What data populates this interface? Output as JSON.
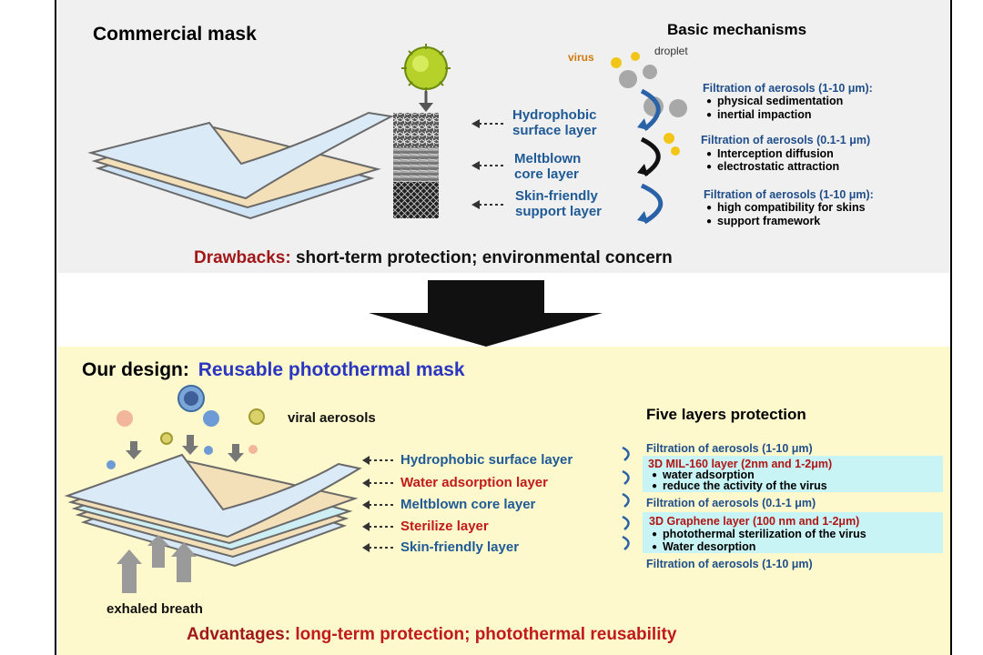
{
  "top": {
    "title": "Commercial mask",
    "mechanisms_title": "Basic mechanisms",
    "virus_label": "virus",
    "droplet_label": "droplet",
    "layers": [
      {
        "line1": "Hydrophobic",
        "line2": "surface layer"
      },
      {
        "line1": "Meltblown",
        "line2": "core layer"
      },
      {
        "line1": "Skin-friendly",
        "line2": "support layer"
      }
    ],
    "mechanisms": [
      {
        "heading": "Filtration of aerosols (1-10 μm):",
        "bullets": [
          "physical sedimentation",
          "inertial impaction"
        ]
      },
      {
        "heading": "Filtration of aerosols (0.1-1 μm)",
        "bullets": [
          "Interception diffusion",
          "electrostatic attraction"
        ]
      },
      {
        "heading": "Filtration of aerosols (1-10 μm):",
        "bullets": [
          "high compatibility for skins",
          "support  framework"
        ]
      }
    ],
    "drawbacks_label": "Drawbacks:",
    "drawbacks_text": "short-term protection; environmental concern"
  },
  "bottom": {
    "title_prefix": "Our design:",
    "title_main": "Reusable photothermal mask",
    "viral_aerosols": "viral aerosols",
    "exhaled_breath": "exhaled breath",
    "protection_title": "Five layers protection",
    "layers": [
      {
        "label": "Hydrophobic surface layer",
        "color": "#1f5a96"
      },
      {
        "label": "Water adsorption layer",
        "color": "#c01a1a"
      },
      {
        "label": "Meltblown core layer",
        "color": "#1f5a96"
      },
      {
        "label": "Sterilize layer",
        "color": "#c01a1a"
      },
      {
        "label": "Skin-friendly layer",
        "color": "#1f5a96"
      }
    ],
    "filtration_1": "Filtration of aerosols (1-10 μm)",
    "box1": {
      "heading": "3D MIL-160 layer (2nm and 1-2μm)",
      "bullets": [
        "water adsorption",
        "reduce the activity of the virus"
      ]
    },
    "filtration_2": "Filtration of aerosols (0.1-1 μm)",
    "box2": {
      "heading": "3D Graphene layer (100 nm and 1-2μm)",
      "bullets": [
        "photothermal sterilization of the virus",
        "Water desorption"
      ]
    },
    "filtration_3": "Filtration of aerosols (1-10 μm)",
    "advantages_label": "Advantages:",
    "advantages_text": "long-term protection; photothermal reusability"
  },
  "colors": {
    "top_panel": "#f0f0f0",
    "bottom_panel": "#fdf9cc",
    "blue_text": "#1f5a96",
    "red_text": "#c01a1a",
    "cyan_box": "#c8f4f6",
    "mask_blue": "#cfe4f5",
    "mask_beige": "#f3dfb8"
  }
}
